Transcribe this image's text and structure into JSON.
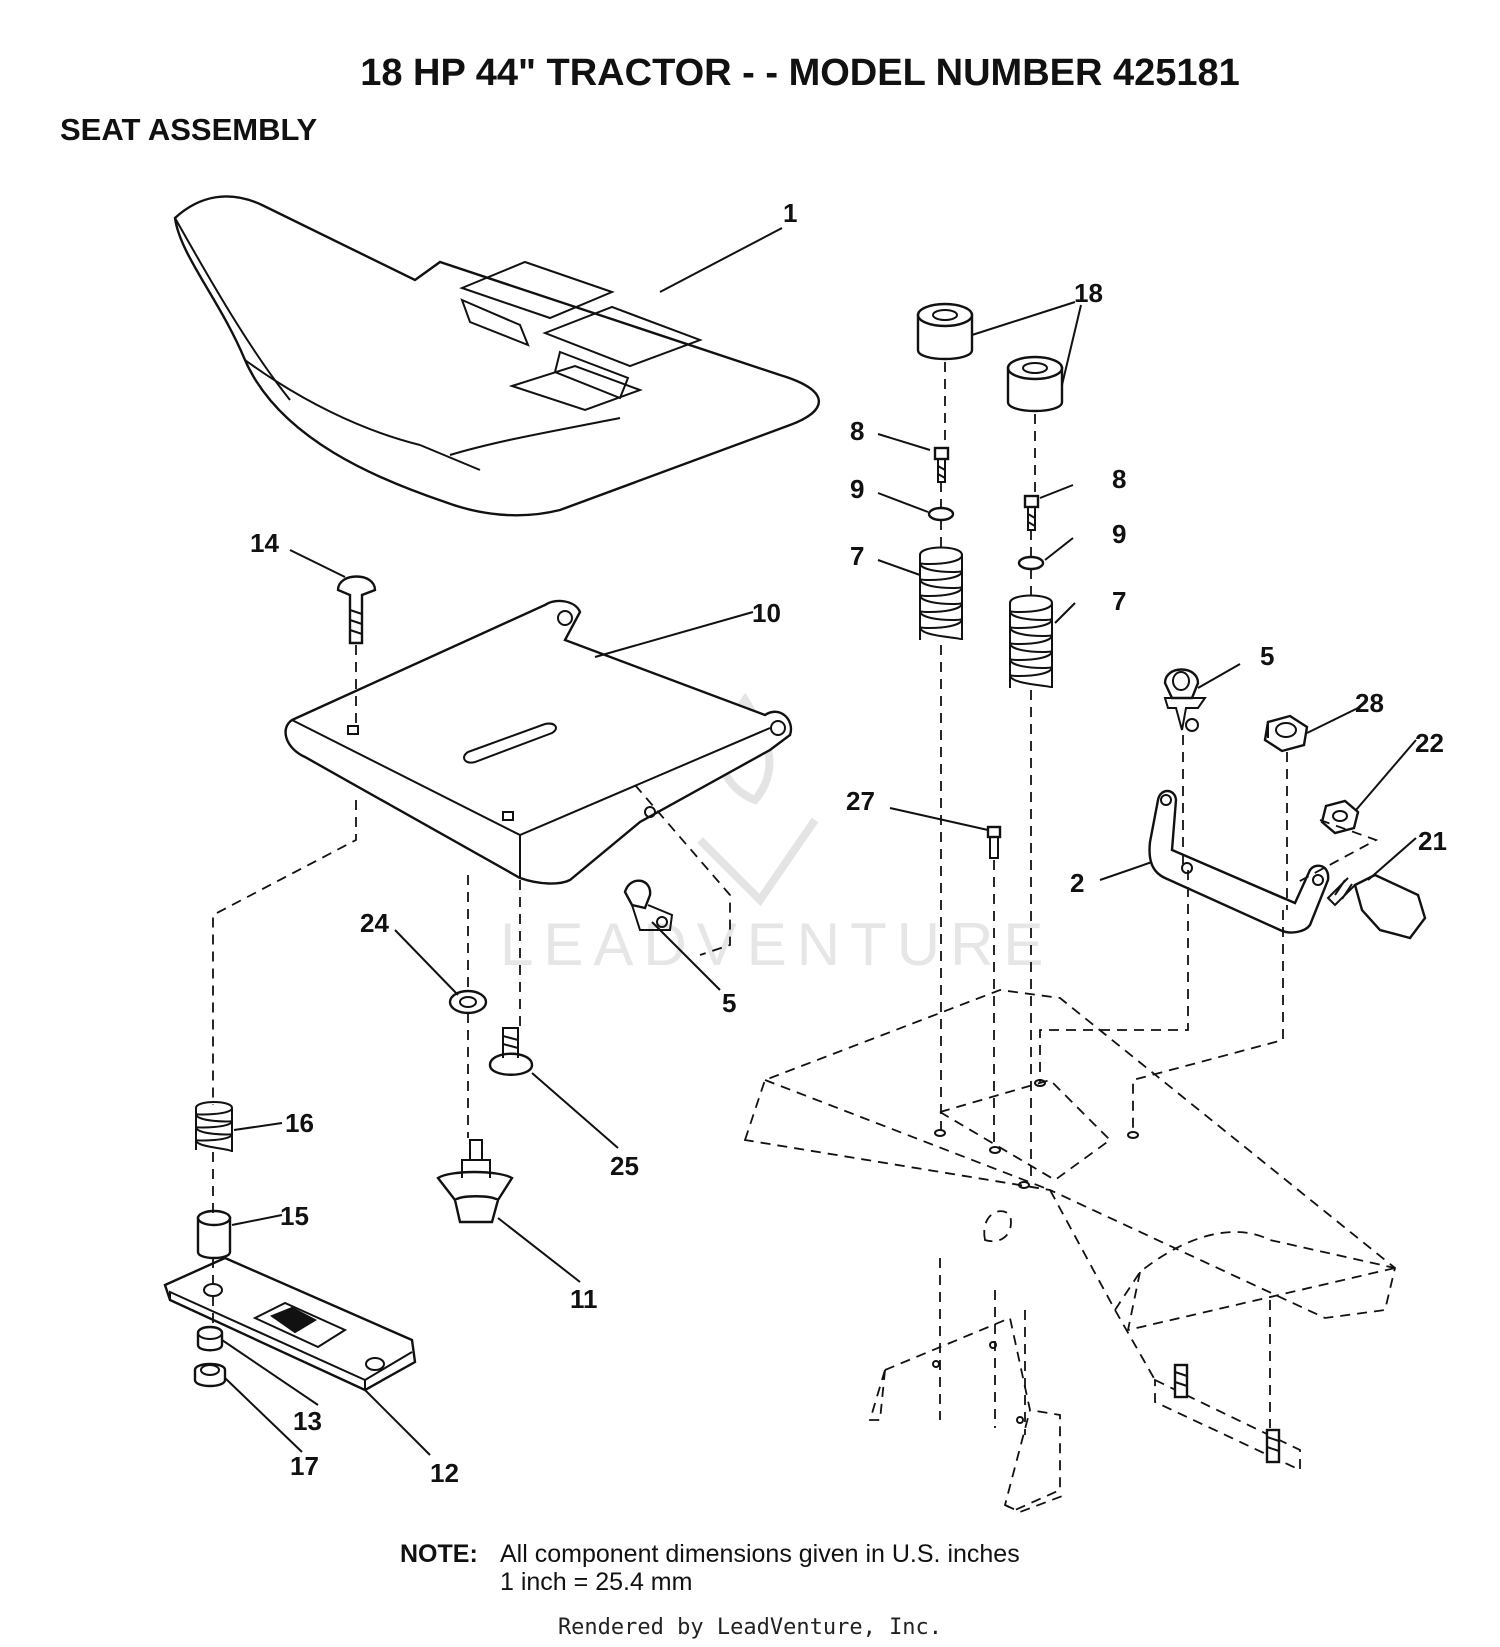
{
  "header": {
    "title": "18 HP 44\" TRACTOR - - MODEL NUMBER 425181",
    "subtitle": "SEAT ASSEMBLY"
  },
  "watermark": {
    "text": "LEADVENTURE"
  },
  "callouts": {
    "seat": "1",
    "bracket": "2",
    "clip_right": "5",
    "clip_left": "5",
    "spring_left": "7",
    "spring_right": "7",
    "pin_left": "8",
    "pin_right": "8",
    "washer_left": "9",
    "washer_right": "9",
    "seat_pan": "10",
    "knob": "11",
    "slide_plate": "12",
    "nut_13": "13",
    "carriage_bolt": "14",
    "spacer": "15",
    "spring_16": "16",
    "nut_17": "17",
    "bushings": "18",
    "bolt_21": "21",
    "nut_22": "22",
    "washer_24": "24",
    "bolt_25": "25",
    "pin_27": "27",
    "nut_28": "28"
  },
  "note": {
    "label": "NOTE:",
    "line1": "All component dimensions given in U.S. inches",
    "line2": "1 inch = 25.4 mm"
  },
  "footer": {
    "text": "Rendered by LeadVenture, Inc."
  }
}
